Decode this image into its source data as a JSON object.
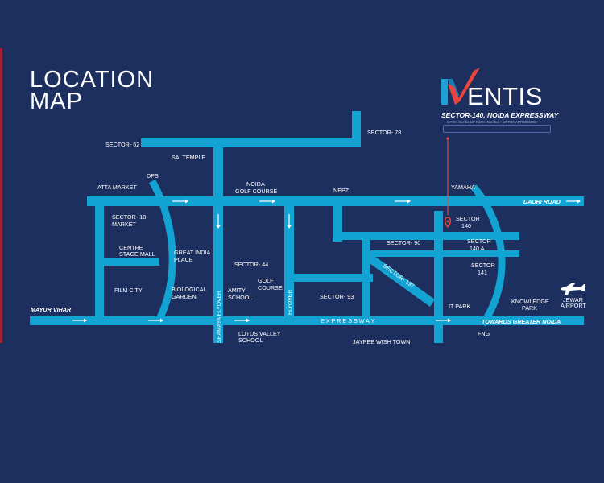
{
  "title": {
    "line1": "LOCATION",
    "line2": "MAP"
  },
  "brand": {
    "name": "ENTIS",
    "tagline": "SECTOR-140, NOIDA EXPRESSWAY",
    "rera": "GYGY Mentis UP RERA Number : UPRERAPRJ331909",
    "accent_color": "#e8453c",
    "logo_blue": "#20a0d8"
  },
  "map": {
    "road_color": "#12a3d2",
    "background": "#1d2f5e",
    "pin_color": "#e8453c",
    "labels": {
      "sector62": "SECTOR- 62",
      "sector78": "SECTOR- 78",
      "sai_temple": "SAI TEMPLE",
      "dps": "DPS",
      "atta_market": "ATTA MARKET",
      "noida_golf_course_1": "NOIDA",
      "noida_golf_course_2": "GOLF COURSE",
      "nepz": "NEPZ",
      "yamaha": "YAMAHA",
      "dadri_road": "DADRI ROAD",
      "sector18_1": "SECTOR- 18",
      "sector18_2": "MARKET",
      "sector140_1": "SECTOR",
      "sector140_2": "140",
      "sector90": "SECTOR- 90",
      "sector140a_1": "SECTOR",
      "sector140a_2": "140 A",
      "centre_stage_1": "CENTRE",
      "centre_stage_2": "STAGE MALL",
      "great_india_1": "GREAT INDIA",
      "great_india_2": "PLACE",
      "sector44": "SECTOR- 44",
      "sector137": "SECTOR- 137",
      "sector141_1": "SECTOR",
      "sector141_2": "141",
      "golf_course_1": "GOLF",
      "golf_course_2": "COURSE",
      "film_city": "FILM CITY",
      "bio_garden_1": "BIOLOGICAL",
      "bio_garden_2": "GARDEN",
      "amity_1": "AMITY",
      "amity_2": "SCHOOL",
      "sector93": "SECTOR- 93",
      "it_park": "IT PARK",
      "knowledge_park_1": "KNOWLEDGE",
      "knowledge_park_2": "PARK",
      "jewar_1": "JEWAR",
      "jewar_2": "AIRPORT",
      "mayur_vihar": "MAYUR VIHAR",
      "expressway": "E X P R E S S W A Y",
      "towards_greater_noida": "TOWARDS GREATER NOIDA",
      "shamaya_flyover": "SHAMAYA FLYOVER",
      "flyover": "FLYOVER",
      "lotus_valley_1": "LOTUS VALLEY",
      "lotus_valley_2": "SCHOOL",
      "fng": "FNG",
      "jaypee": "JAYPEE WISH TOWN"
    }
  }
}
